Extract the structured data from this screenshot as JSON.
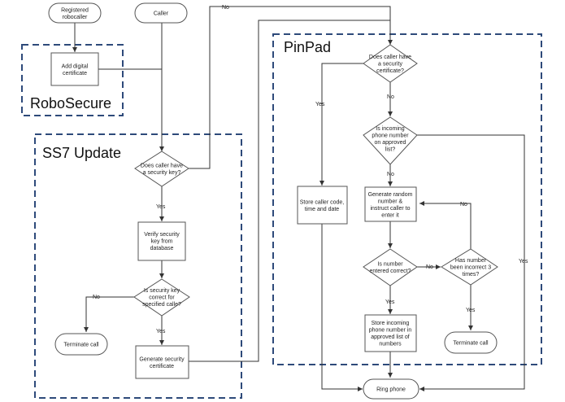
{
  "diagram": {
    "regions": {
      "robosecure": "RoboSecure",
      "ss7": "SS7 Update",
      "pinpad": "PinPad"
    },
    "nodes": {
      "registered_robocaller": [
        "Registered",
        "robocaller"
      ],
      "add_certificate": [
        "Add digital",
        "certificate"
      ],
      "caller": [
        "Caller"
      ],
      "security_key_q": [
        "Does caller have",
        "a security key?"
      ],
      "verify_key": [
        "Verify security",
        "key from",
        "database"
      ],
      "key_correct_q": [
        "Is security key",
        "correct for",
        "specified calle?"
      ],
      "terminate_call_ss7": [
        "Terminate call"
      ],
      "generate_certificate": [
        "Generate security",
        "certificate"
      ],
      "security_certificate_q": [
        "Does caller have",
        "a security",
        "certificate?"
      ],
      "store_caller_code": [
        "Store caller code,",
        "time and date"
      ],
      "approved_list_q": [
        "Is incoming",
        "phone number",
        "on approved",
        "list?"
      ],
      "generate_random": [
        "Generate random",
        "number &",
        "instruct caller to",
        "enter it"
      ],
      "number_correct_q": [
        "Is number",
        "entered correct?"
      ],
      "incorrect_3_q": [
        "Has number",
        "been incorrect 3",
        "times?"
      ],
      "store_incoming": [
        "Store  incoming",
        "phone number in",
        "approved list of",
        "numbers"
      ],
      "terminate_call_pinpad": [
        "Terminate call"
      ],
      "ring_phone": [
        "Ring phone"
      ]
    },
    "edge_labels": {
      "no_top": "No",
      "yes_verify": "Yes",
      "no_terminate": "No",
      "yes_generate": "Yes",
      "yes_store_code": "Yes",
      "no_approved": "No",
      "no_random": "No",
      "no_incorrect": "No",
      "yes_store_incoming": "Yes",
      "no_loop": "No",
      "yes_terminate": "Yes",
      "yes_ring": "Yes"
    }
  }
}
